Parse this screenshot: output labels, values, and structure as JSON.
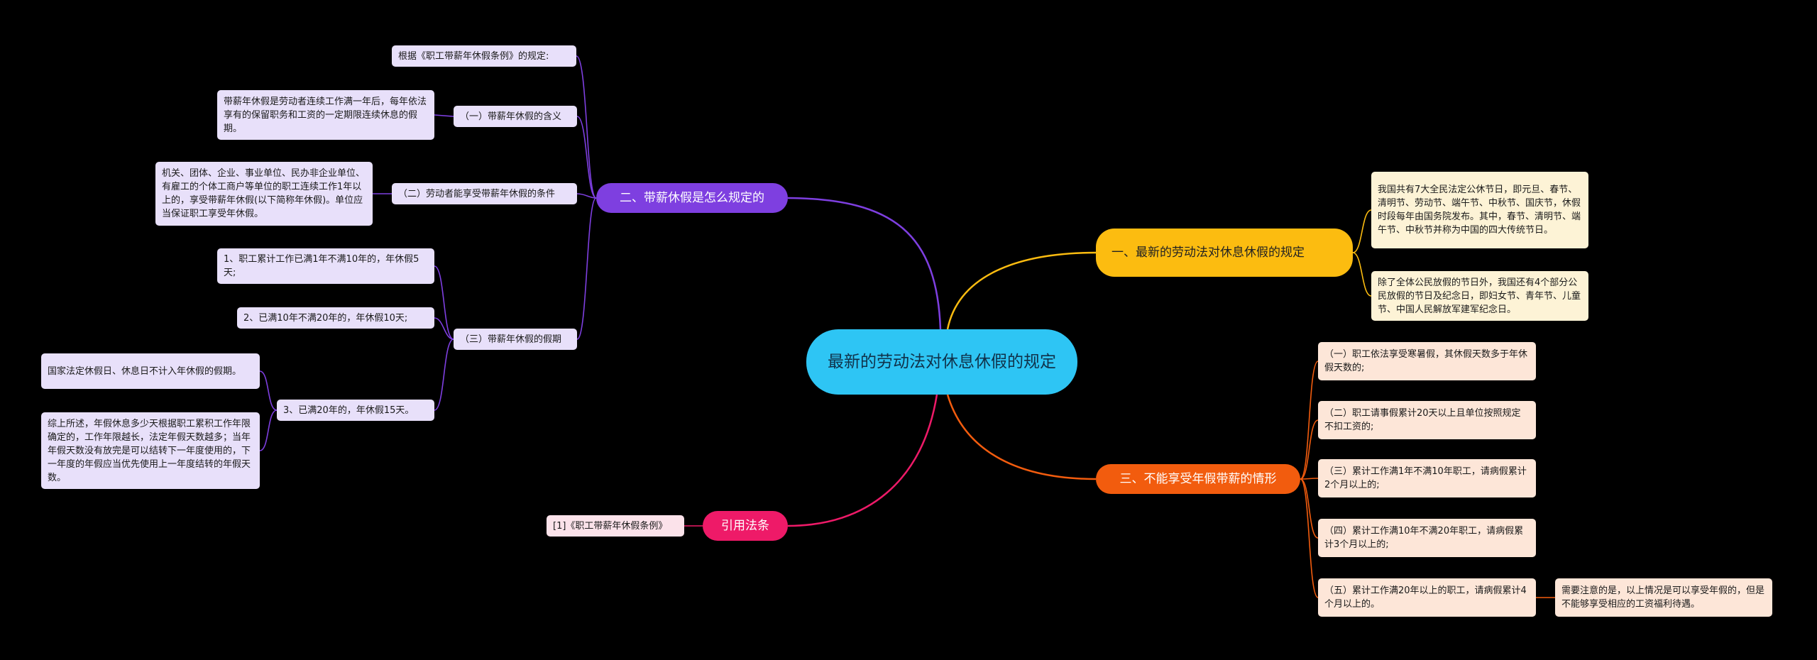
{
  "root": "最新的劳动法对休息休假的规定",
  "colors": {
    "background": "#000000",
    "root": "#2ec5f4",
    "purple": "#7e3fe0",
    "yellow": "#fcbc10",
    "orange": "#f25c0e",
    "pink": "#ee1a68"
  },
  "branch_paid_leave": {
    "title": "二、带薪休假是怎么规定的",
    "intro": "根据《职工带薪年休假条例》的规定:",
    "meaning": {
      "label": "（一）带薪年休假的含义",
      "text": "带薪年休假是劳动者连续工作满一年后，每年依法享有的保留职务和工资的一定期限连续休息的假期。"
    },
    "conditions": {
      "label": "（二）劳动者能享受带薪年休假的条件",
      "text": "机关、团体、企业、事业单位、民办非企业单位、有雇工的个体工商户等单位的职工连续工作1年以上的，享受带薪年休假(以下简称年休假)。单位应当保证职工享受年休假。"
    },
    "period": {
      "label": "（三）带薪年休假的假期",
      "item1": "1、职工累计工作已满1年不满10年的，年休假5天;",
      "item2": "2、已满10年不满20年的，年休假10天;",
      "item3": "3、已满20年的，年休假15天。",
      "note1": "国家法定休假日、休息日不计入年休假的假期。",
      "note2": "综上所述，年假休息多少天根据职工累积工作年限确定的，工作年限越长，法定年假天数越多；当年年假天数没有放完是可以结转下一年度使用的，下一年度的年假应当优先使用上一年度结转的年假天数。"
    }
  },
  "branch_holidays": {
    "title": "一、最新的劳动法对休息休假的规定",
    "item1": "我国共有7大全民法定公休节日，即元旦、春节、清明节、劳动节、端午节、中秋节、国庆节，休假时段每年由国务院发布。其中，春节、清明节、端午节、中秋节并称为中国的四大传统节日。",
    "item2": "除了全体公民放假的节日外，我国还有4个部分公民放假的节日及纪念日，即妇女节、青年节、儿童节、中国人民解放军建军纪念日。"
  },
  "branch_no_leave": {
    "title": "三、不能享受年假带薪的情形",
    "item1": "（一）职工依法享受寒暑假，其休假天数多于年休假天数的;",
    "item2": "（二）职工请事假累计20天以上且单位按照规定不扣工资的;",
    "item3": "（三）累计工作满1年不满10年职工，请病假累计2个月以上的;",
    "item4": "（四）累计工作满10年不满20年职工，请病假累计3个月以上的;",
    "item5": "（五）累计工作满20年以上的职工，请病假累计4个月以上的。",
    "note": "需要注意的是，以上情况是可以享受年假的，但是不能够享受相应的工资福利待遇。"
  },
  "branch_refs": {
    "title": "引用法条",
    "item1": "[1]《职工带薪年休假条例》"
  }
}
